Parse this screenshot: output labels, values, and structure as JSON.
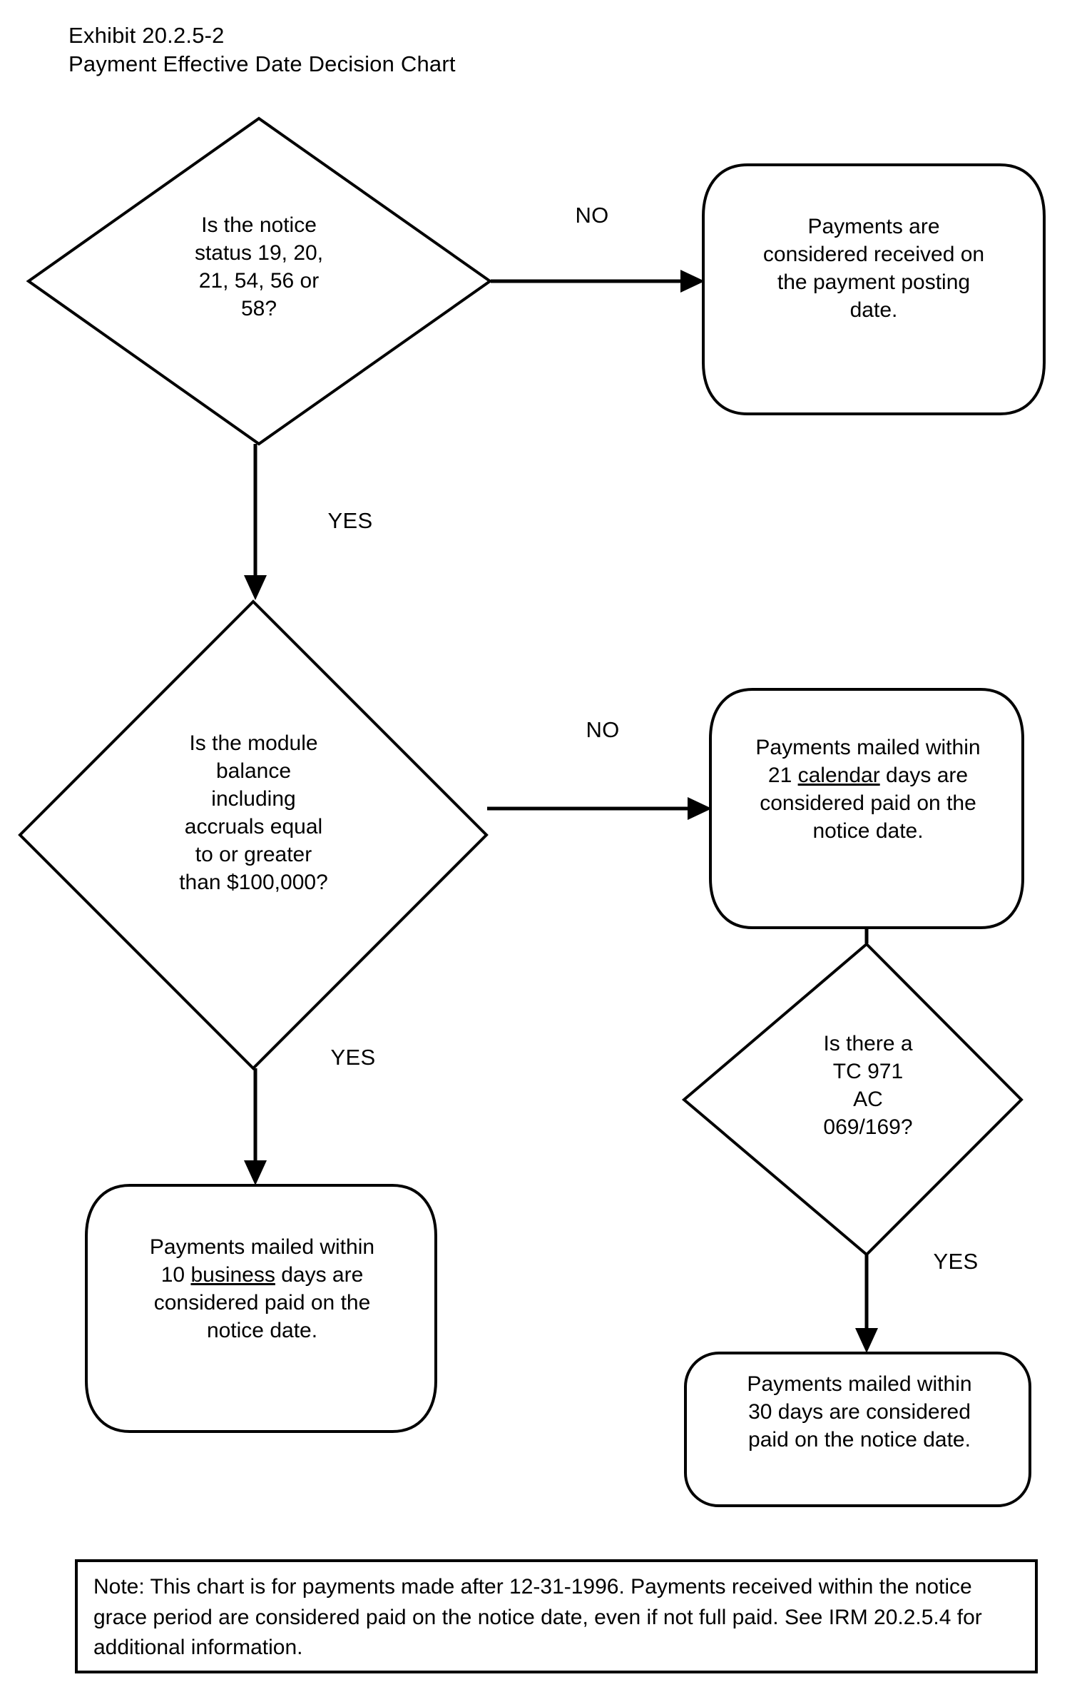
{
  "chart_data": {
    "type": "diagram",
    "title": "Payment Effective Date Decision Chart",
    "exhibit": "Exhibit 20.2.5-2",
    "nodes": [
      {
        "id": "d1",
        "shape": "decision",
        "text": "Is the notice\nstatus 19, 20,\n21, 54, 56 or\n58?"
      },
      {
        "id": "b1",
        "shape": "terminator",
        "text": "Payments are\nconsidered received on\nthe payment posting\ndate."
      },
      {
        "id": "d2",
        "shape": "decision",
        "text": "Is the module\nbalance\nincluding\naccruals equal\nto or greater\nthan $100,000?"
      },
      {
        "id": "b2",
        "shape": "terminator",
        "text_before": "Payments mailed within\n21 ",
        "text_underline": "calendar",
        "text_after": " days are\nconsidered paid on the\nnotice date."
      },
      {
        "id": "d3",
        "shape": "decision",
        "text": "Is there a\nTC 971\nAC\n069/169?"
      },
      {
        "id": "b3",
        "shape": "terminator",
        "text_before": "Payments mailed within\n10 ",
        "text_underline": "business",
        "text_after": " days are\nconsidered paid on the\nnotice date."
      },
      {
        "id": "b4",
        "shape": "terminator",
        "text": "Payments mailed within\n30 days are considered\npaid on the notice date."
      }
    ],
    "edges": [
      {
        "from": "d1",
        "to": "b1",
        "label": "NO"
      },
      {
        "from": "d1",
        "to": "d2",
        "label": "YES"
      },
      {
        "from": "d2",
        "to": "b2",
        "label": "NO"
      },
      {
        "from": "d2",
        "to": "b3",
        "label": "YES"
      },
      {
        "from": "b2",
        "to": "d3",
        "label": ""
      },
      {
        "from": "d3",
        "to": "b4",
        "label": "YES"
      }
    ],
    "note": "Note: This chart is for payments made after 12-31-1996. Payments received within the notice grace period are considered paid on the notice date, even if not full paid. See IRM 20.2.5.4 for additional information."
  },
  "heading": {
    "line1": "Exhibit 20.2.5-2",
    "line2": "Payment Effective Date Decision Chart"
  },
  "nodes": {
    "decision_notice_status": "Is the notice\nstatus 19, 20,\n21, 54, 56 or\n58?",
    "outcome_posting_date": "Payments are\nconsidered received on\nthe payment posting\ndate.",
    "decision_module_balance": "Is the module\nbalance\nincluding\naccruals equal\nto or greater\nthan $100,000?",
    "outcome_21_calendar": {
      "prefix": "Payments mailed within\n21 ",
      "emphasis": "calendar",
      "suffix": " days are\nconsidered paid on the\nnotice date."
    },
    "decision_tc971": "Is there a\nTC 971\nAC\n069/169?",
    "outcome_10_business": {
      "prefix": "Payments mailed within\n10 ",
      "emphasis": "business",
      "suffix": " days are\nconsidered paid on the\nnotice date."
    },
    "outcome_30_days": "Payments mailed within\n30 days are considered\npaid on the notice date."
  },
  "labels": {
    "no_1": "NO",
    "yes_1": "YES",
    "no_2": "NO",
    "yes_2": "YES",
    "yes_3": "YES"
  },
  "note": {
    "text": "Note: This chart is for payments made after 12-31-1996. Payments received within the notice grace period are considered paid on the notice date, even if not full paid. See IRM 20.2.5.4 for additional information."
  },
  "colors": {
    "stroke": "#000000",
    "background": "#ffffff",
    "text": "#000000"
  }
}
